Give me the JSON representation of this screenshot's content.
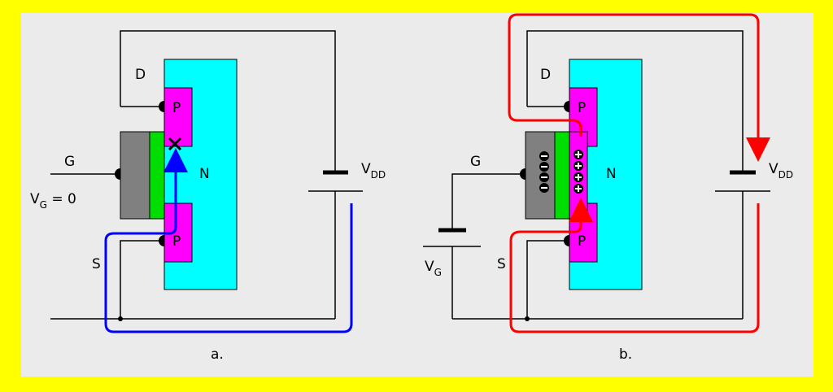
{
  "diagram_a": {
    "caption": "a.",
    "drain_label": "D",
    "gate_label": "G",
    "source_label": "S",
    "region_p_top": "P",
    "region_p_bottom": "P",
    "substrate_label": "N",
    "vg_label": "V",
    "vg_sub": "G",
    "vg_value": " = 0",
    "vdd_label": "V",
    "vdd_sub": "DD"
  },
  "diagram_b": {
    "caption": "b.",
    "drain_label": "D",
    "gate_label": "G",
    "source_label": "S",
    "region_p_top": "P",
    "region_p_bottom": "P",
    "substrate_label": "N",
    "vg_label": "V",
    "vg_sub": "G",
    "vdd_label": "V",
    "vdd_sub": "DD",
    "negative_charges": [
      "−",
      "−",
      "−",
      "−"
    ],
    "positive_charges": [
      "+",
      "+",
      "+",
      "+"
    ]
  },
  "colors": {
    "background": "#ffff00",
    "panel": "#ebebeb",
    "substrate_n": "#00ffff",
    "region_p": "#ff00ff",
    "oxide": "#00dd00",
    "gate_metal": "#808080",
    "current_off": "#0000ff",
    "current_on": "#ff0000"
  }
}
